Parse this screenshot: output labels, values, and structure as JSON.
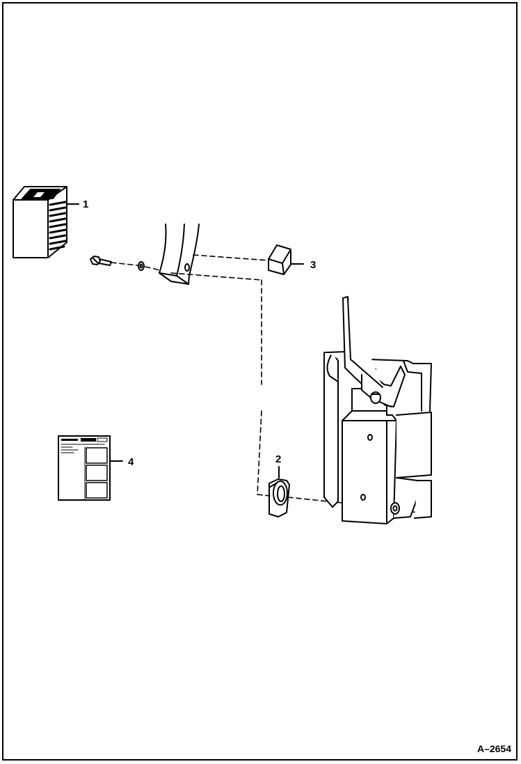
{
  "figure_id": "A–2654",
  "callouts": {
    "c1": "1",
    "c2": "2",
    "c3": "3",
    "c4": "4"
  },
  "colors": {
    "ink": "#000000",
    "paper": "#ffffff"
  }
}
